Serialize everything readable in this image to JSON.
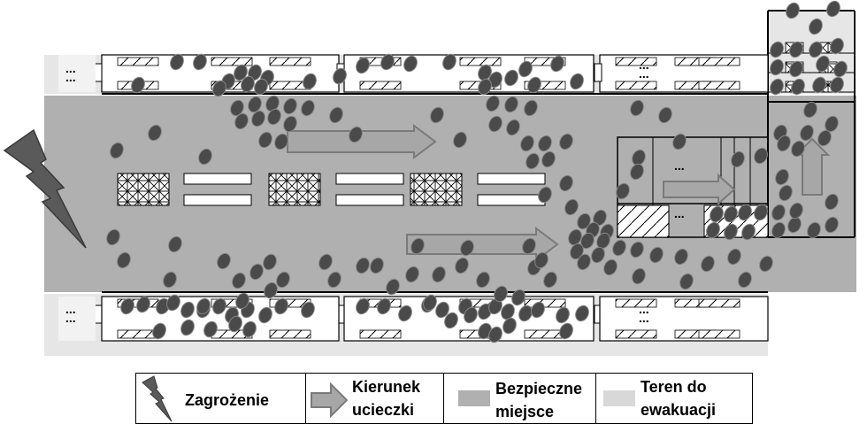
{
  "diagram": {
    "title": "",
    "car_door_label": "...",
    "colors": {
      "safe_zone": "#b0b0b0",
      "evacuation_area": "#e6e6e6",
      "person": "#4a4a4a",
      "arrow": "#a7a7a7",
      "threat": "#5a5a5a"
    }
  },
  "legend": {
    "threat": "Zagrożenie",
    "escape_line1": "Kierunek",
    "escape_line2": "ucieczki",
    "safe_line1": "Bezpieczne",
    "safe_line2": "miejsce",
    "evac_line1": "Teren do",
    "evac_line2": "ewakuacji"
  }
}
